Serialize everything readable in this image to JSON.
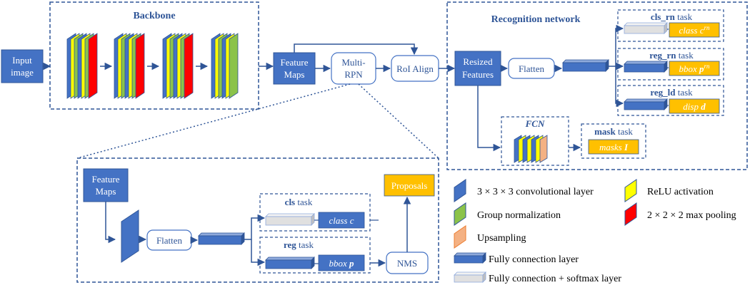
{
  "input_image": {
    "line1": "Input",
    "line2": "image"
  },
  "backbone": {
    "title": "Backbone"
  },
  "feature_maps": {
    "line1": "Feature",
    "line2": "Maps"
  },
  "multi_rpn": {
    "line1": "Multi-",
    "line2": "RPN"
  },
  "roi_align": {
    "label": "RoI Align"
  },
  "recognition": {
    "title": "Recognition network",
    "resized": {
      "line1": "Resized",
      "line2": "Features"
    },
    "flatten": "Flatten",
    "fcn_title": "FCN",
    "tasks": {
      "cls_rn": {
        "name": "cls_rn",
        "suffix": " task",
        "out_base": "class c",
        "out_sup": "rn"
      },
      "reg_rn": {
        "name": "reg_rn",
        "suffix": " task",
        "out_base": "bbox ",
        "out_bold": "p",
        "out_sup": "rn"
      },
      "reg_ld": {
        "name": "reg_ld",
        "suffix": " task",
        "out_base": "disp ",
        "out_bold": "d"
      },
      "mask": {
        "name": "mask",
        "suffix": " task",
        "out_base": "masks ",
        "out_bold": "I"
      }
    }
  },
  "rpn_detail": {
    "feature_maps": {
      "line1": "Feature",
      "line2": "Maps"
    },
    "flatten": "Flatten",
    "proposals": "Proposals",
    "nms": "NMS",
    "cls_task": {
      "name": "cls",
      "suffix": " task",
      "out": "class c"
    },
    "reg_task": {
      "name": "reg",
      "suffix": " task",
      "out_base": "bbox ",
      "out_bold": "p"
    }
  },
  "legend": [
    {
      "icon": "conv-layer-icon",
      "label": "3 × 3 × 3 convolutional layer"
    },
    {
      "icon": "relu-icon",
      "label": "ReLU activation"
    },
    {
      "icon": "groupnorm-icon",
      "label": "Group normalization"
    },
    {
      "icon": "maxpool-icon",
      "label": "2 × 2 × 2 max pooling"
    },
    {
      "icon": "upsampling-icon",
      "label": "Upsampling"
    },
    {
      "icon": "fc-layer-icon",
      "label": "Fully connection layer"
    },
    {
      "icon": "fc-softmax-icon",
      "label": "Fully connection + softmax layer"
    }
  ],
  "colors": {
    "blue": "#4472C4",
    "blue_dark": "#2F5597",
    "green": "#8BC34A",
    "yellow": "#FFFF00",
    "red": "#FF0000",
    "orange": "#FFC000",
    "peach": "#F4B183",
    "gray": "#D9D9D9",
    "title_blue": "#2F5597"
  }
}
